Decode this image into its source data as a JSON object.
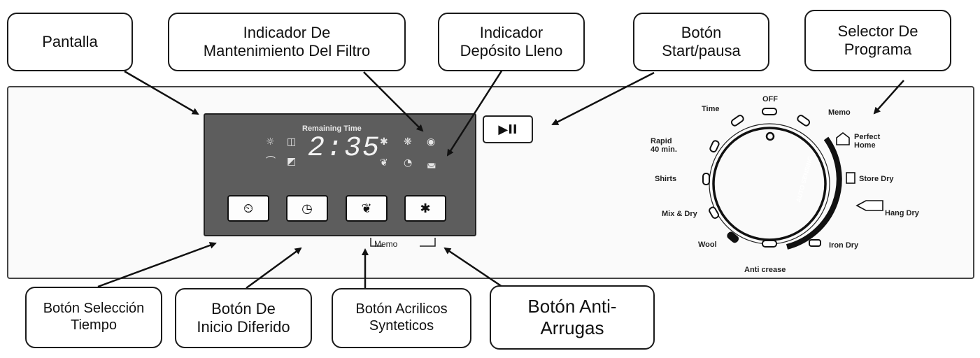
{
  "callouts": {
    "pantalla": "Pantalla",
    "filtro_l1": "Indicador De",
    "filtro_l2": "Mantenimiento Del Filtro",
    "deposito_l1": "Indicador",
    "deposito_l2": "Depósito Lleno",
    "start_l1": "Botón",
    "start_l2": "Start/pausa",
    "selector_l1": "Selector De",
    "selector_l2": "Programa",
    "tiempo_l1": "Botón Selección",
    "tiempo_l2": "Tiempo",
    "diferido_l1": "Botón De",
    "diferido_l2": "Inicio Diferido",
    "acrilicos_l1": "Botón Acrilicos",
    "acrilicos_l2": "Synteticos",
    "antiarrugas_l1": "Botón Anti-",
    "antiarrugas_l2": "Arrugas"
  },
  "display": {
    "label": "Remaining Time",
    "digits": "2:35"
  },
  "panel_buttons": {
    "time_icon": "clock-icon",
    "delay_icon": "delay-start-icon",
    "synthetics_icon": "leaf-icon",
    "anticrease_icon": "anti-crease-icon",
    "start_pause_symbol": "▶II",
    "memo_label": "Memo"
  },
  "dial": {
    "off": "OFF",
    "time": "Time",
    "memo": "Memo",
    "rapid": "Rapid\n40 min.",
    "perfect_home": "Perfect\nHome",
    "shirts": "Shirts",
    "store_dry": "Store Dry",
    "mix_dry": "Mix & Dry",
    "hang_dry": "Hang Dry",
    "wool": "Wool",
    "iron_dry": "Iron Dry",
    "anti_crease": "Anti crease",
    "auto_sensing": "AUTO SENSING"
  },
  "colors": {
    "display_bg": "#5d5d5d",
    "outline": "#1a1a1a"
  }
}
